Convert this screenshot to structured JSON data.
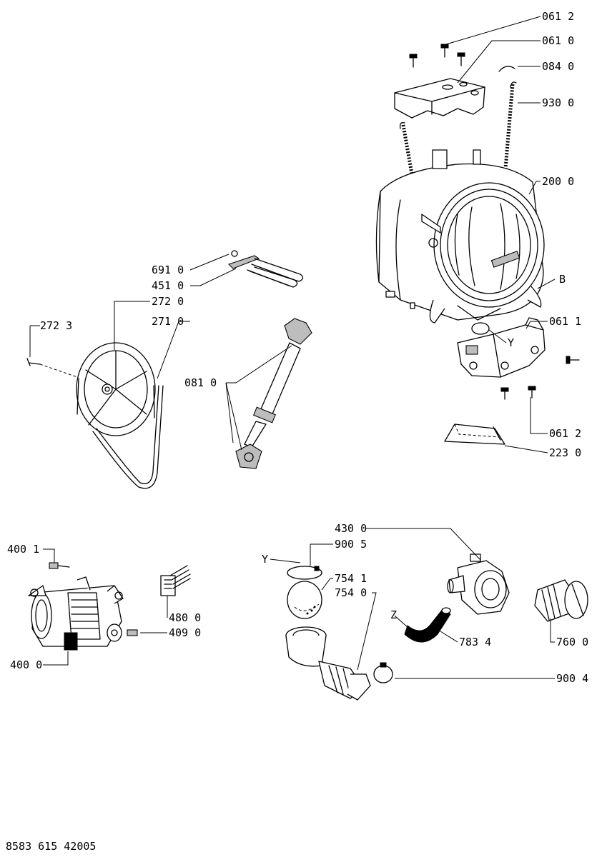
{
  "document_code": "8583 615 42005",
  "labels": {
    "l0612a": "061 2",
    "l0610": "061 0",
    "l0840": "084 0",
    "l9300": "930 0",
    "l2000": "200 0",
    "lB": "B",
    "l0611": "061 1",
    "lY1": "Y",
    "l0612b": "061 2",
    "l2230": "223 0",
    "l6910": "691 0",
    "l4510": "451 0",
    "l2720": "272 0",
    "l2710": "271 0",
    "l2723": "272 3",
    "l0810": "081 0",
    "l4001": "400 1",
    "l4000": "400 0",
    "l4800": "480 0",
    "l4090": "409 0",
    "lY2": "Y",
    "l9005": "900 5",
    "l7541": "754 1",
    "l7540": "754 0",
    "l4300": "430 0",
    "lZ": "Z",
    "l7834": "783 4",
    "l7600": "760 0",
    "l9004": "900 4"
  }
}
